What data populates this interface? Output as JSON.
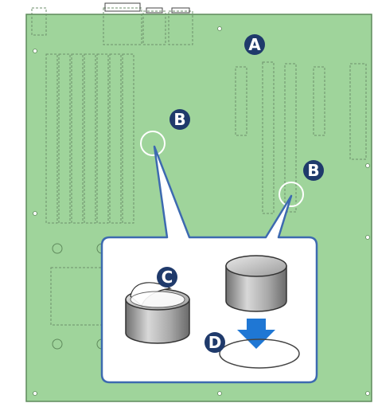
{
  "colors": {
    "board_fill": "#9fd49b",
    "board_outline": "#5f8a5c",
    "dashed": "#6e8f6b",
    "badge_fill": "#1f3a6b",
    "callout_fill": "#ffffff",
    "callout_stroke": "#3d6ab0",
    "arrow_fill": "#1f77d4",
    "cylinder_side": "#9a9a9a",
    "cylinder_top": "#cfcfcf",
    "highlight_circle": "#ffffff"
  },
  "markers": {
    "a": "A",
    "b_left": "B",
    "b_right": "B",
    "c": "C",
    "d": "D"
  }
}
